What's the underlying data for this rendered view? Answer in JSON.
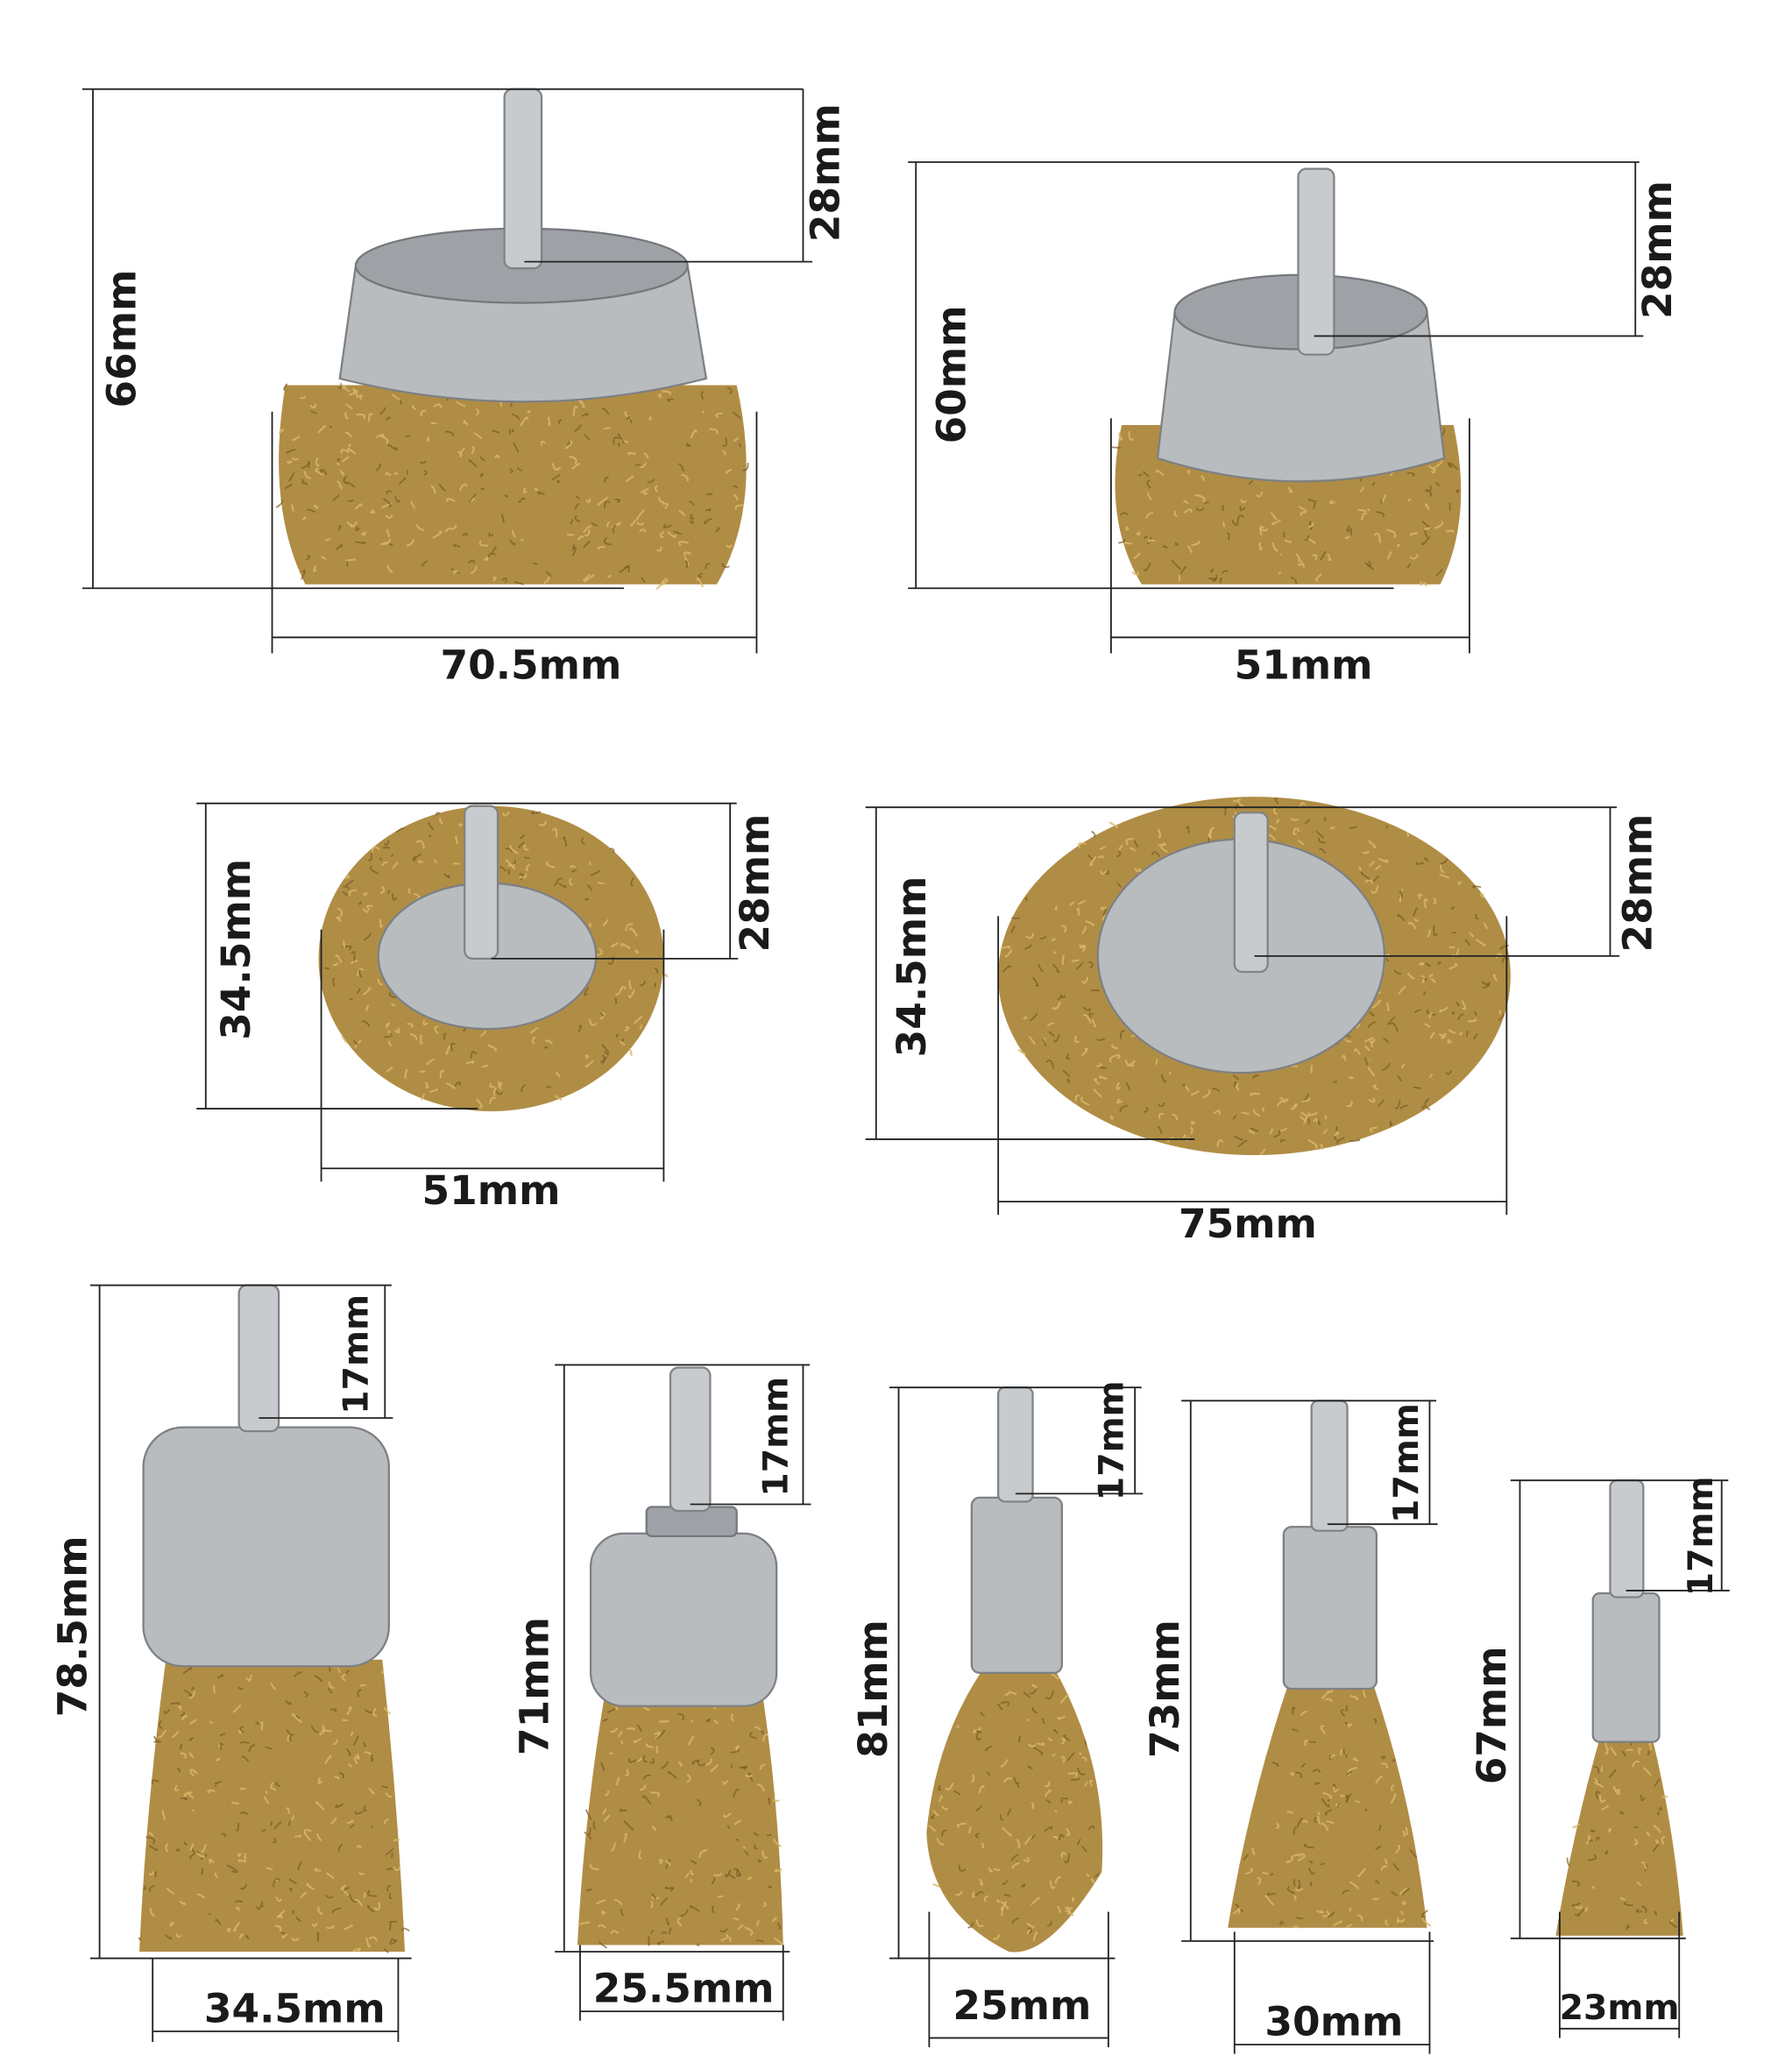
{
  "brushes": [
    {
      "type": "cup-brush",
      "height": "66mm",
      "shank": "28mm",
      "width": "70.5mm"
    },
    {
      "type": "cup-brush",
      "height": "60mm",
      "shank": "28mm",
      "width": "51mm"
    },
    {
      "type": "wheel-brush",
      "height": "34.5mm",
      "shank": "28mm",
      "width": "51mm"
    },
    {
      "type": "wheel-brush",
      "height": "34.5mm",
      "shank": "28mm",
      "width": "75mm"
    },
    {
      "type": "end-brush",
      "height": "78.5mm",
      "shank": "17mm",
      "width": "34.5mm"
    },
    {
      "type": "end-brush",
      "height": "71mm",
      "shank": "17mm",
      "width": "25.5mm"
    },
    {
      "type": "pencil-brush",
      "height": "81mm",
      "shank": "17mm",
      "width": "25mm"
    },
    {
      "type": "pencil-brush",
      "height": "73mm",
      "shank": "17mm",
      "width": "30mm"
    },
    {
      "type": "pencil-brush",
      "height": "67mm",
      "shank": "17mm",
      "width": "23mm"
    }
  ],
  "colors": {
    "brass": "#b08d45",
    "steel": "#b9bcbf",
    "line": "#222222"
  }
}
